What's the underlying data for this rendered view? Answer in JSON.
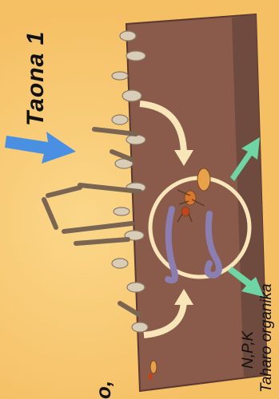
{
  "title": "Taona 1",
  "labels": {
    "nutrients": "N,P,K",
    "organic": "Taharo organika",
    "partial_caption": "o,"
  },
  "colors": {
    "background": "#f6c46d",
    "soil": "#8a5a4a",
    "arrow_blue": "#4a90e2",
    "arrow_green": "#6ed6a4",
    "arrow_cream": "#f8e6b8",
    "worm": "#8a7fb0",
    "termite": "#d9782c"
  }
}
